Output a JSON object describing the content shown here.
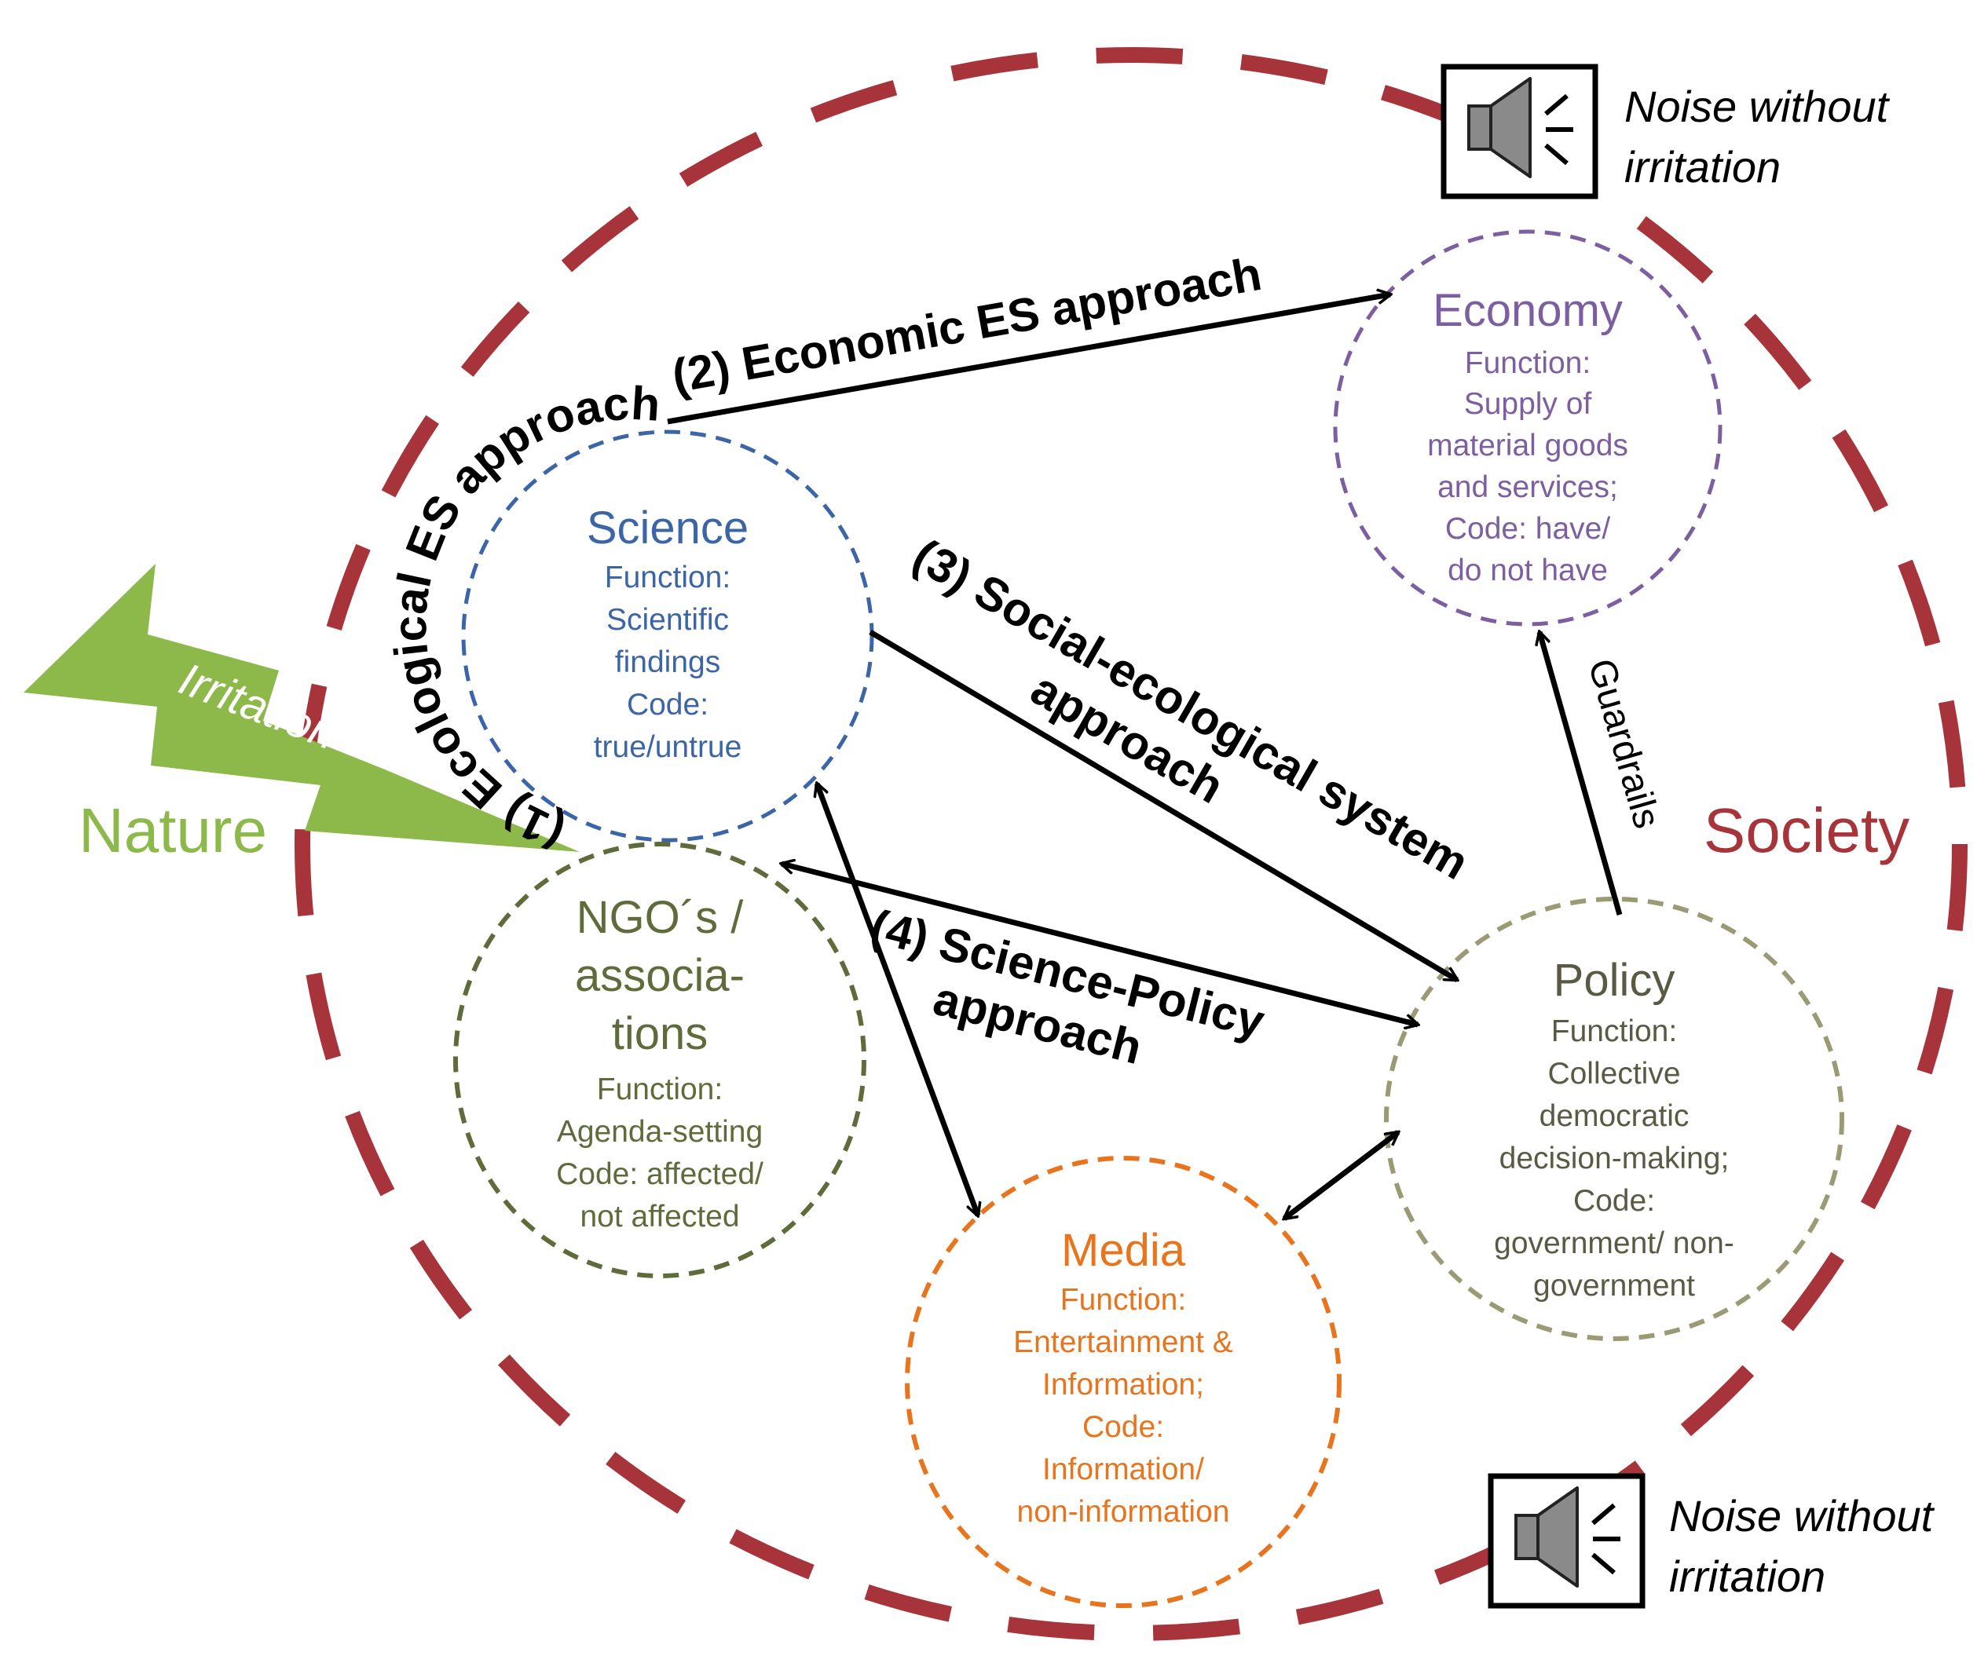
{
  "colors": {
    "society": "#A8343B",
    "nature": "#8DB84A",
    "science": "#3C65A8",
    "economy": "#7C5FA0",
    "ngo": "#5F6B3A",
    "policy": "#5A5A44",
    "policy_border": "#9A9A74",
    "media": "#E8741E",
    "arrow": "#000000"
  },
  "labels": {
    "society": "Society",
    "nature": "Nature",
    "irritation": "Irritation",
    "noise_top": [
      "Noise without",
      "irritation"
    ],
    "noise_bottom": [
      "Noise without",
      "irritation"
    ]
  },
  "nodes": {
    "science": {
      "title": "Science",
      "lines": [
        "Function:",
        "Scientific",
        "findings",
        "Code:",
        "true/untrue"
      ]
    },
    "economy": {
      "title": "Economy",
      "lines": [
        "Function:",
        "Supply of",
        "material goods",
        "and services;",
        "Code: have/",
        "do not have"
      ]
    },
    "ngo": {
      "title_lines": [
        "NGO´s /",
        "associa-",
        "tions"
      ],
      "lines": [
        "Function:",
        "Agenda-setting",
        "Code: affected/",
        "not affected"
      ]
    },
    "policy": {
      "title": "Policy",
      "lines": [
        "Function:",
        "Collective",
        "democratic",
        "decision-making;",
        "Code:",
        "government/ non-",
        "government"
      ]
    },
    "media": {
      "title": "Media",
      "lines": [
        "Function:",
        "Entertainment &",
        "Information;",
        "Code:",
        "Information/",
        "non-information"
      ]
    }
  },
  "arrows": {
    "ecological": "(1) Ecological ES approach",
    "economic": "(2) Economic ES approach",
    "social_ecological": [
      "(3) Social-ecological system",
      "approach"
    ],
    "science_policy": [
      "(4) Science-Policy",
      "approach"
    ],
    "guardrails": "Guardrails"
  }
}
